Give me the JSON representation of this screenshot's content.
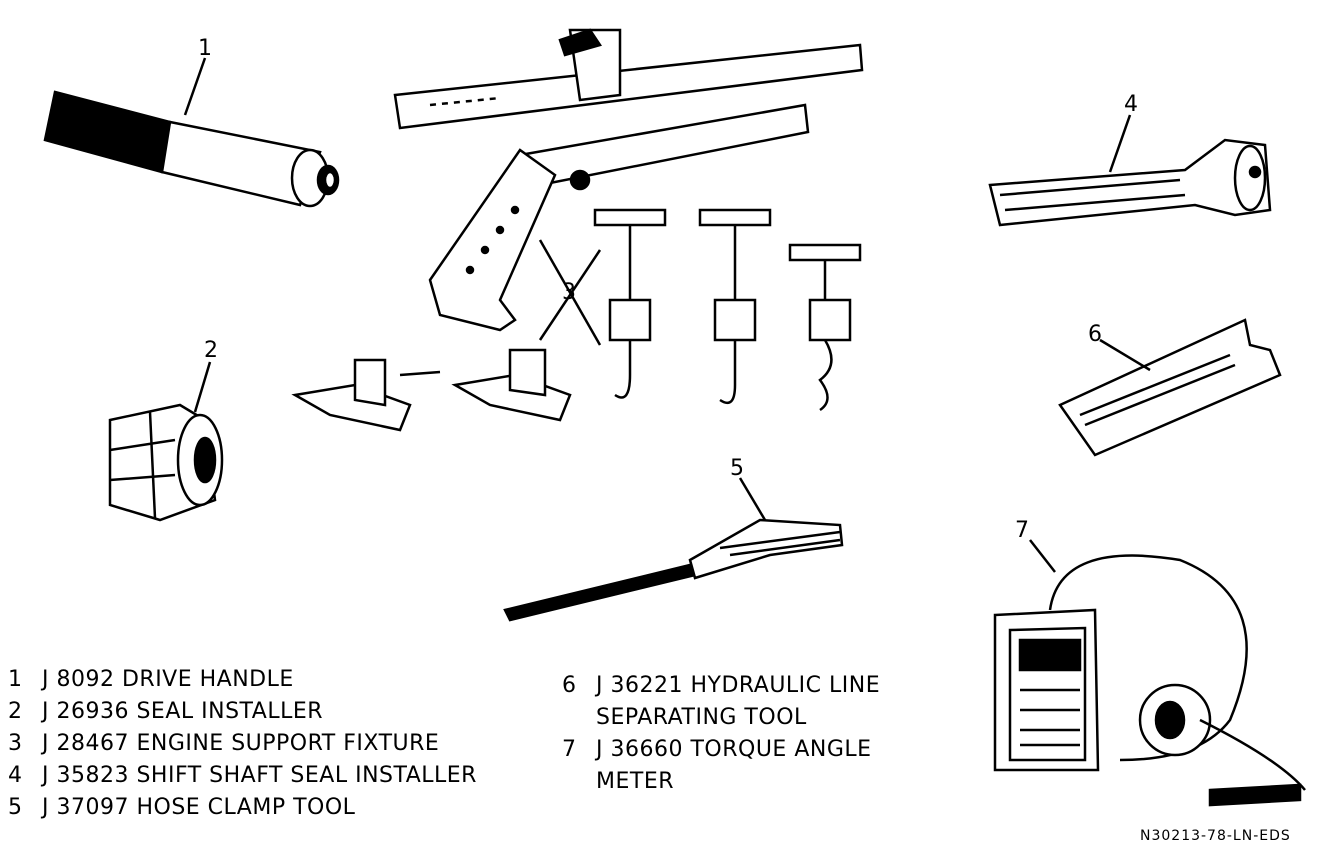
{
  "callouts": [
    "1",
    "2",
    "3",
    "4",
    "5",
    "6",
    "7"
  ],
  "legend_left": [
    {
      "num": "1",
      "text": "J 8092 DRIVE HANDLE"
    },
    {
      "num": "2",
      "text": "J 26936 SEAL INSTALLER"
    },
    {
      "num": "3",
      "text": "J 28467 ENGINE SUPPORT FIXTURE"
    },
    {
      "num": "4",
      "text": "J 35823 SHIFT SHAFT SEAL INSTALLER"
    },
    {
      "num": "5",
      "text": "J 37097 HOSE CLAMP TOOL"
    }
  ],
  "legend_right": [
    {
      "num": "6",
      "text": "J 36221 HYDRAULIC LINE",
      "cont": "SEPARATING TOOL"
    },
    {
      "num": "7",
      "text": "J 36660 TORQUE ANGLE",
      "cont": "METER"
    }
  ],
  "figure_id": "N30213-78-LN-EDS"
}
